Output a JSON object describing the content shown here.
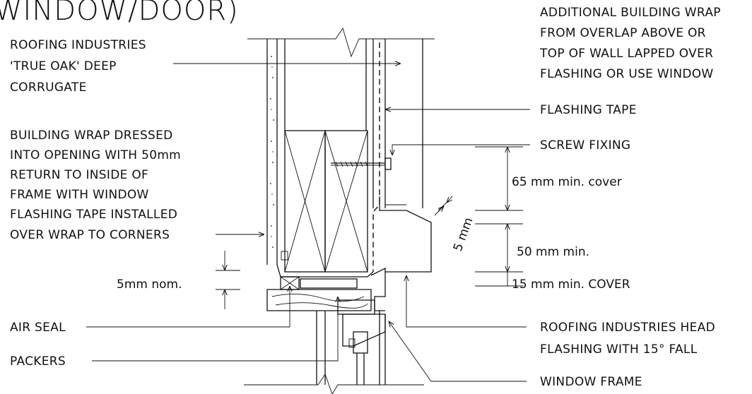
{
  "title": "WINDOW/DOOR)",
  "labels": {
    "cladding": [
      "ROOFING INDUSTRIES",
      "'TRUE OAK' DEEP",
      "CORRUGATE"
    ],
    "building_wrap": [
      "BUILDING WRAP DRESSED",
      "INTO OPENING WITH 50mm",
      "RETURN TO INSIDE OF",
      "FRAME WITH WINDOW",
      "FLASHING TAPE INSTALLED",
      "OVER WRAP TO CORNERS"
    ],
    "gap": "5mm nom.",
    "air_seal": "AIR SEAL",
    "packers": "PACKERS",
    "additional_wrap": [
      "ADDITIONAL BUILDING WRAP",
      "FROM OVERLAP ABOVE OR",
      "TOP OF WALL LAPPED OVER",
      "FLASHING OR USE WINDOW",
      "FLASHING TAPE"
    ],
    "screw_fixing": "SCREW FIXING",
    "head_flashing": [
      "ROOFING INDUSTRIES HEAD",
      "FLASHING WITH 15° FALL"
    ],
    "window_frame": "WINDOW FRAME"
  },
  "dimensions": {
    "cover": "65 mm min. cover",
    "offset": "5 mm",
    "min50": "50 mm min.",
    "min15": "15 mm min. COVER"
  },
  "colors": {
    "ink": "#111111",
    "background": "#ffffff"
  }
}
